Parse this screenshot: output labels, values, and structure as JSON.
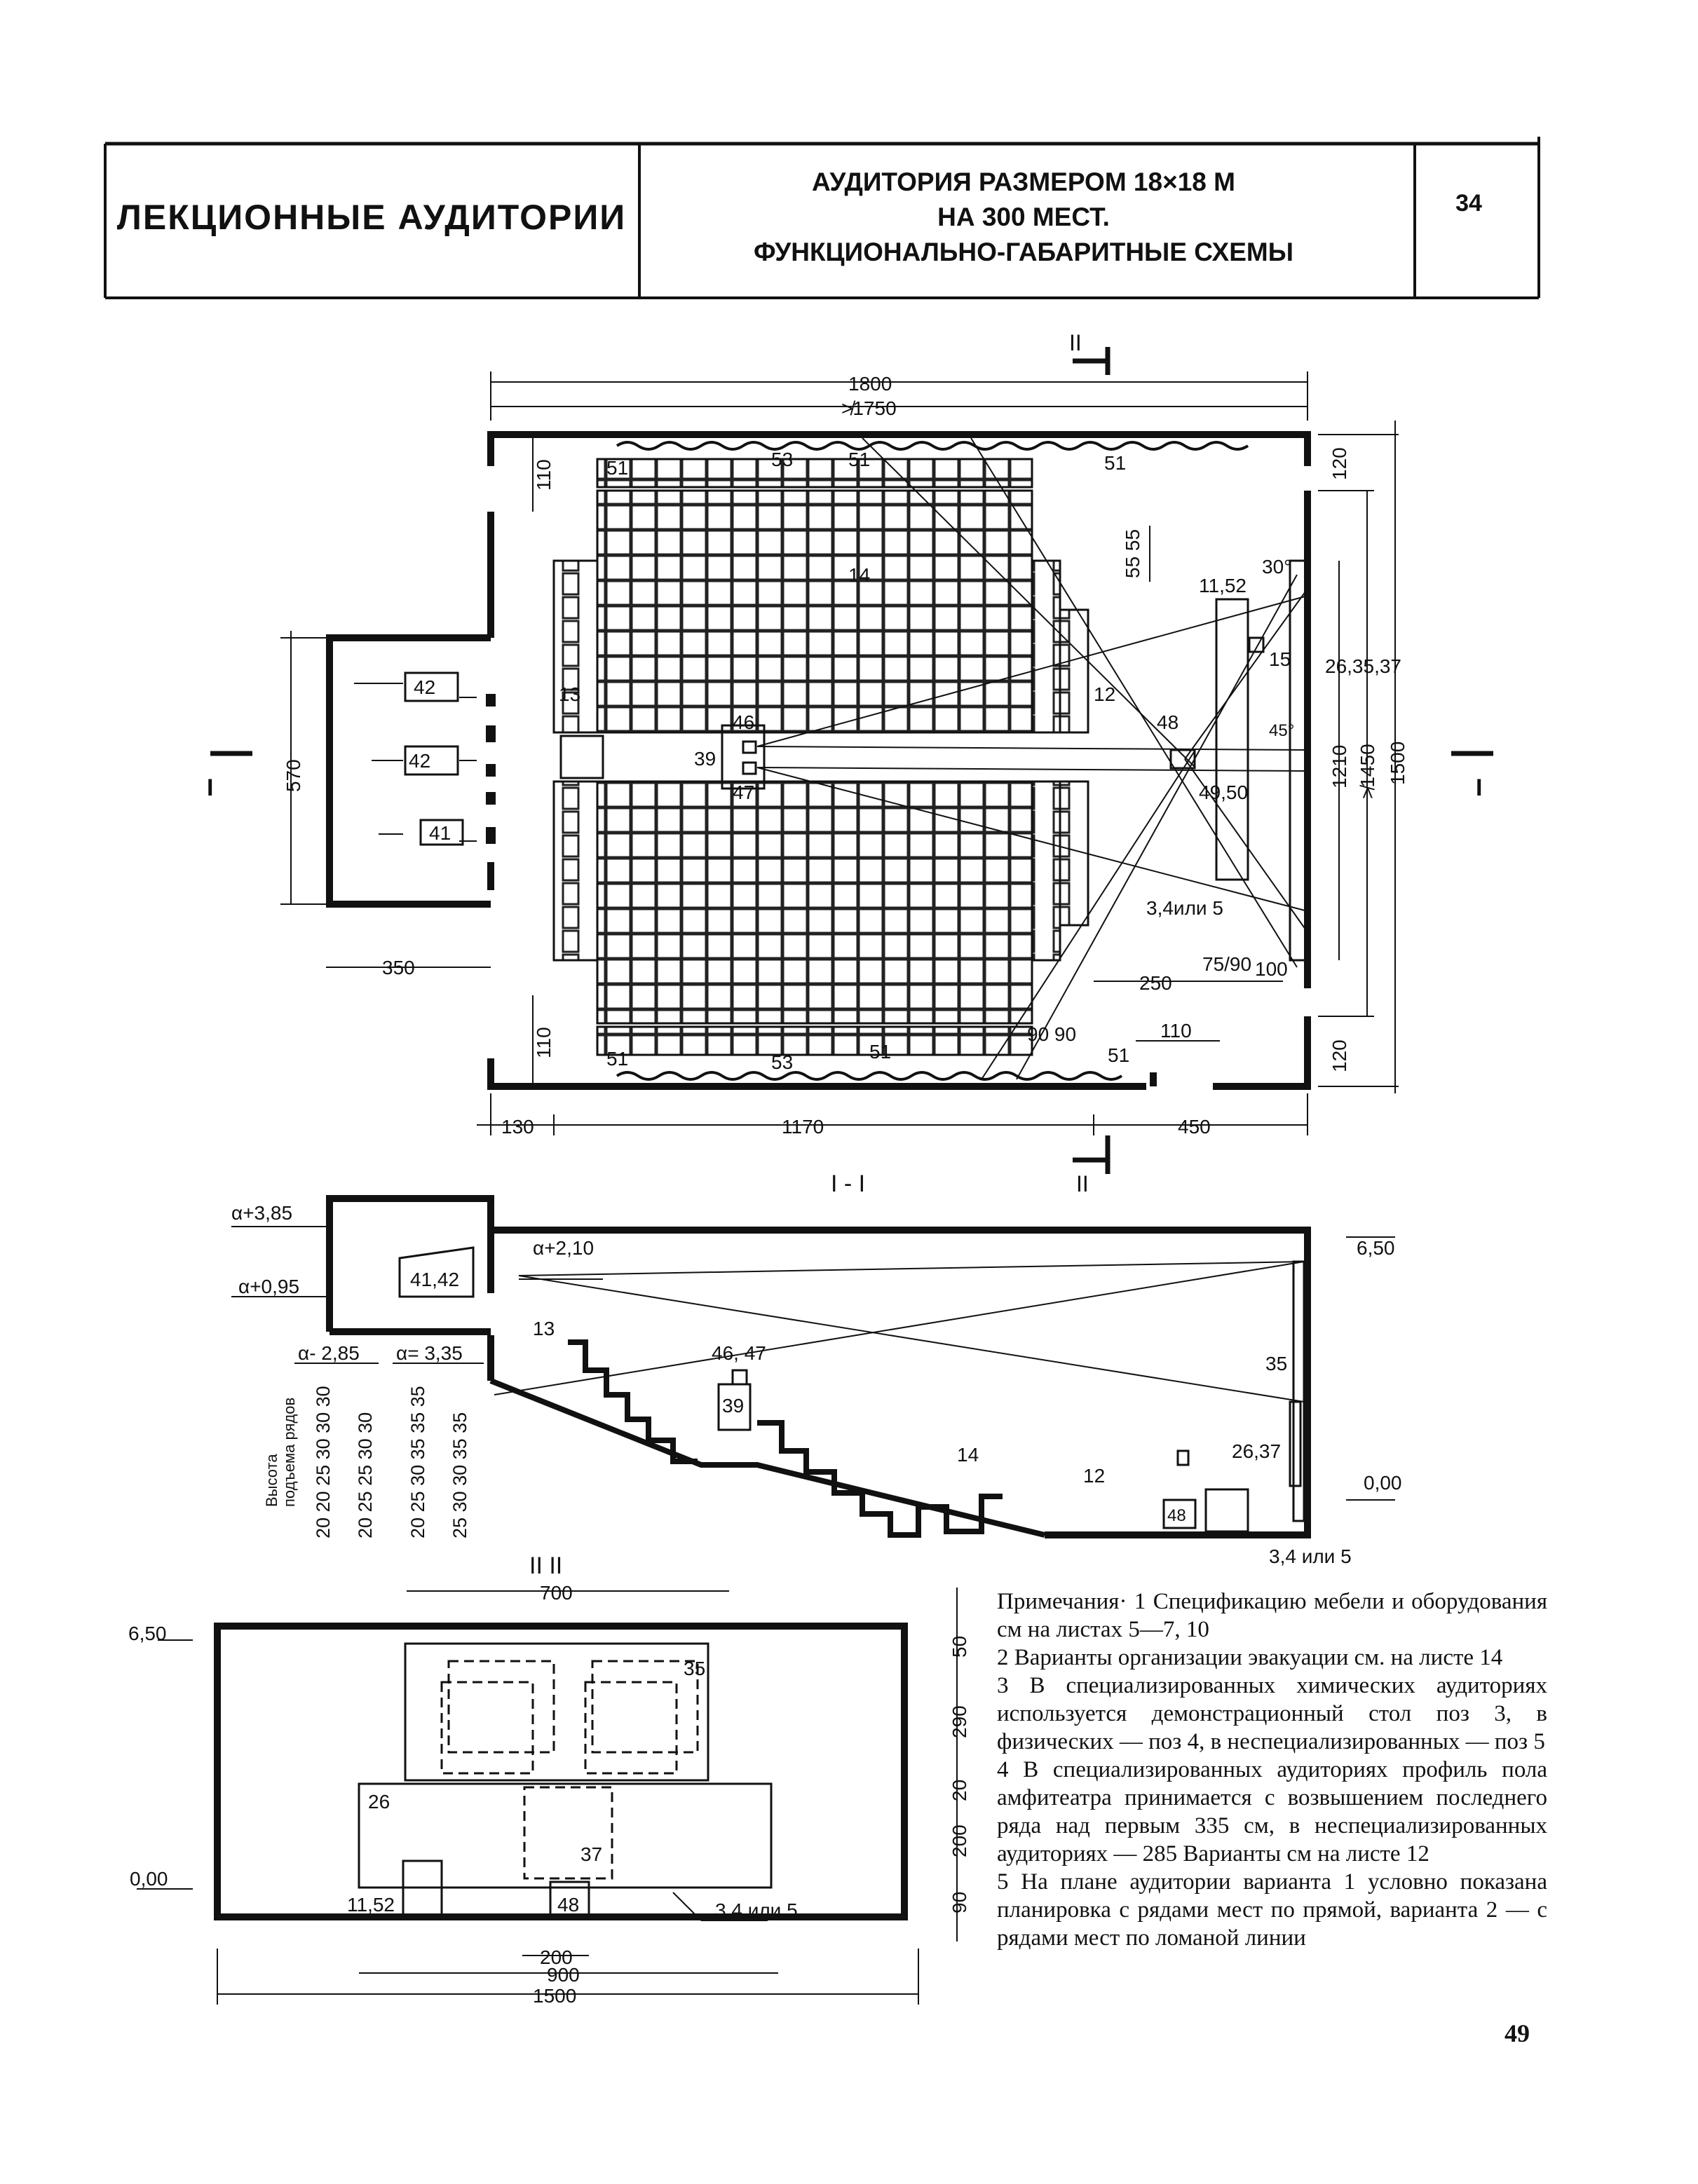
{
  "header": {
    "section": "ЛЕКЦИОННЫЕ АУДИТОРИИ",
    "title_line1": "АУДИТОРИЯ РАЗМЕРОМ 18×18 М",
    "title_line2": "НА 300 МЕСТ.",
    "title_line3": "ФУНКЦИОНАЛЬНО-ГАБАРИТНЫЕ СХЕМЫ",
    "sheet": "34"
  },
  "plan": {
    "dims": {
      "d1800": "1800",
      "d1750": "≯1750",
      "d120t": "120",
      "d120b": "120",
      "d110t": "110",
      "d110b": "110",
      "d5555": "55 55",
      "d1152": "11,52",
      "a30": "30°",
      "a45": "45°",
      "d263537": "26,35,37",
      "d15": "15",
      "d1210": "1210",
      "d1450": "≯1450",
      "d1500": "1500",
      "d570": "570",
      "d350": "350",
      "d250": "250",
      "d7590": "75/90",
      "d100": "100",
      "d9090": "90 90",
      "d110c": "110",
      "d130": "130",
      "d1170": "1170",
      "d450": "450"
    },
    "labels": {
      "p51a": "51",
      "p53a": "53",
      "p51b": "51",
      "p51c": "51",
      "p14": "14",
      "p13": "13",
      "p12": "12",
      "p46": "46",
      "p39": "39",
      "p47": "47",
      "p48": "48",
      "p4950": "49,50",
      "p15": "15",
      "p42a": "42",
      "p42b": "42",
      "p41": "41",
      "p34": "3,4или 5",
      "p51d": "51",
      "p53b": "53",
      "p51e": "51",
      "p51f": "51"
    },
    "cuts": {
      "cut1_left": "I",
      "cut1_right": "I",
      "cut2_top": "II",
      "cut2_bottom": "II"
    }
  },
  "section1": {
    "title": "I - I",
    "levels": {
      "l385": "α+3,85",
      "l095": "α+0,95",
      "l210": "α+2,10",
      "l650": "6,50",
      "l000": "0,00",
      "l285": "α- 2,85",
      "l335": "α= 3,35"
    },
    "labels": {
      "p4142": "41,42",
      "p13": "13",
      "p4647": "46, 47",
      "p39": "39",
      "p14": "14",
      "p12": "12",
      "p35": "35",
      "p2637": "26,37",
      "p48": "48",
      "p34": "3,4 или 5"
    },
    "riser": {
      "caption_line1": "Высота",
      "caption_line2": "подъема рядов",
      "col1": "20 20 25 30 30 30",
      "col2": "20 25 25 30 30",
      "col3": "20 25 30 35 35 35",
      "col4": "25 30 30 35 35"
    }
  },
  "section2": {
    "title": "II  II",
    "levels": {
      "l650": "6,50",
      "l000": "0,00"
    },
    "dims": {
      "d700": "700",
      "d50": "50",
      "d290": "290",
      "d20": "20",
      "d200v": "200",
      "d90": "90",
      "d200": "200",
      "d900": "900",
      "d1500": "1500"
    },
    "labels": {
      "p35": "35",
      "p26": "26",
      "p37": "37",
      "p1152": "11,52",
      "p48": "48",
      "p34": "3,4 или 5"
    }
  },
  "notes": {
    "n1": "Примечания· 1 Спецификацию мебели и оборудования см на листах 5—7, 10",
    "n2": "2 Варианты организации эвакуации см. на листе 14",
    "n3": "3 В специализированных химических аудиториях используется демонстрационный стол поз 3, в физических — поз 4, в неспециализированных — поз 5",
    "n4": "4 В специализированных аудиториях профиль пола амфитеатра принимается с возвышением последнего ряда над первым 335 см, в неспециализированных аудиториях — 285 Варианты см на листе 12",
    "n5": "5 На плане аудитории варианта 1 условно показана планировка с рядами мест по прямой, варианта 2 — с рядами мест по ломаной линии"
  },
  "page_number": "49"
}
